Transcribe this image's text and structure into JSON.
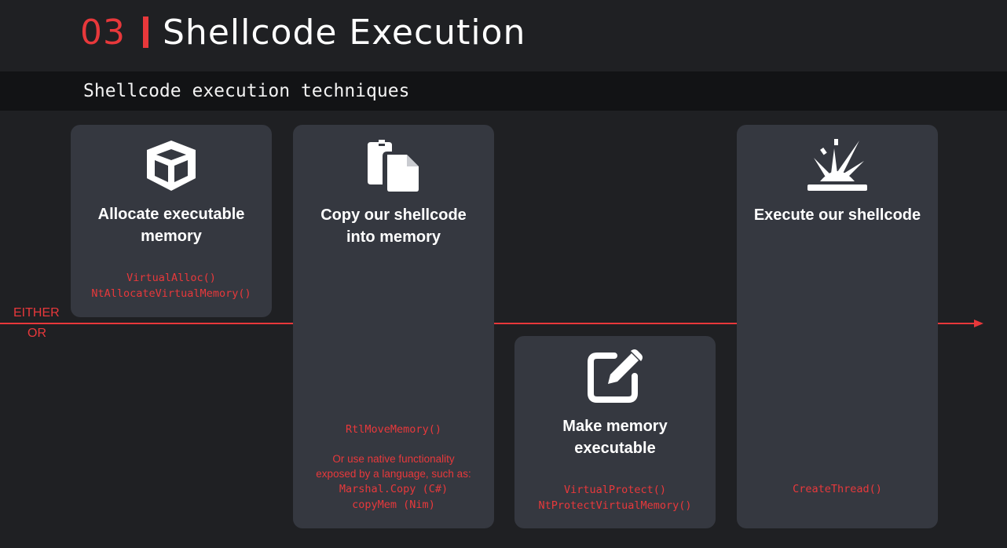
{
  "header": {
    "number": "03",
    "title": "Shellcode Execution",
    "subtitle": "Shellcode execution techniques"
  },
  "flow": {
    "either": "EITHER",
    "or": "OR"
  },
  "cards": {
    "allocate": {
      "icon": "cube-icon",
      "heading": "Allocate executable\nmemory",
      "apis": [
        "VirtualAlloc()",
        "NtAllocateVirtualMemory()"
      ]
    },
    "copy": {
      "icon": "copy-files-icon",
      "heading": "Copy our shellcode\ninto memory",
      "api": "RtlMoveMemory()",
      "note_line1": "Or use native functionality",
      "note_line2": "exposed by a language, such as:",
      "examples": [
        "Marshal.Copy (C#)",
        "copyMem (Nim)"
      ]
    },
    "protect": {
      "icon": "edit-icon",
      "heading": "Make memory\nexecutable",
      "apis": [
        "VirtualProtect()",
        "NtProtectVirtualMemory()"
      ]
    },
    "execute": {
      "icon": "explosion-icon",
      "heading": "Execute our shellcode",
      "api": "CreateThread()"
    }
  },
  "colors": {
    "accent": "#e8383b",
    "background": "#1f2023",
    "card": "#353840",
    "subtitle_bar": "#121315"
  }
}
